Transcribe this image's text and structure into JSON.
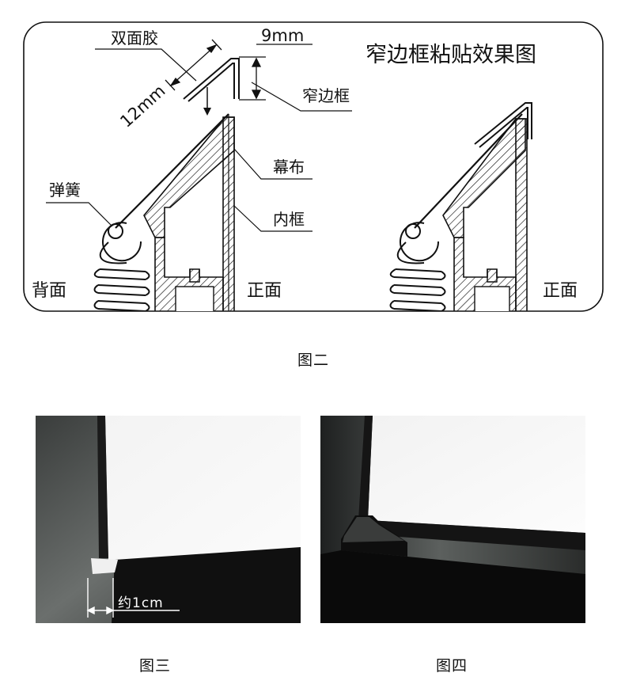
{
  "diagram": {
    "title": "窄边框粘贴效果图",
    "labels": {
      "adhesive": "双面胶",
      "dim_9mm": "9mm",
      "dim_12mm": "12mm",
      "narrow_frame": "窄边框",
      "screen_fabric": "幕布",
      "inner_frame": "内框",
      "spring": "弹簧",
      "back_side": "背面",
      "front_side_left": "正面",
      "front_side_right": "正面"
    }
  },
  "captions": {
    "fig2": "图二",
    "fig3": "图三",
    "fig4": "图四"
  },
  "photo3": {
    "measurement": "约1cm"
  }
}
